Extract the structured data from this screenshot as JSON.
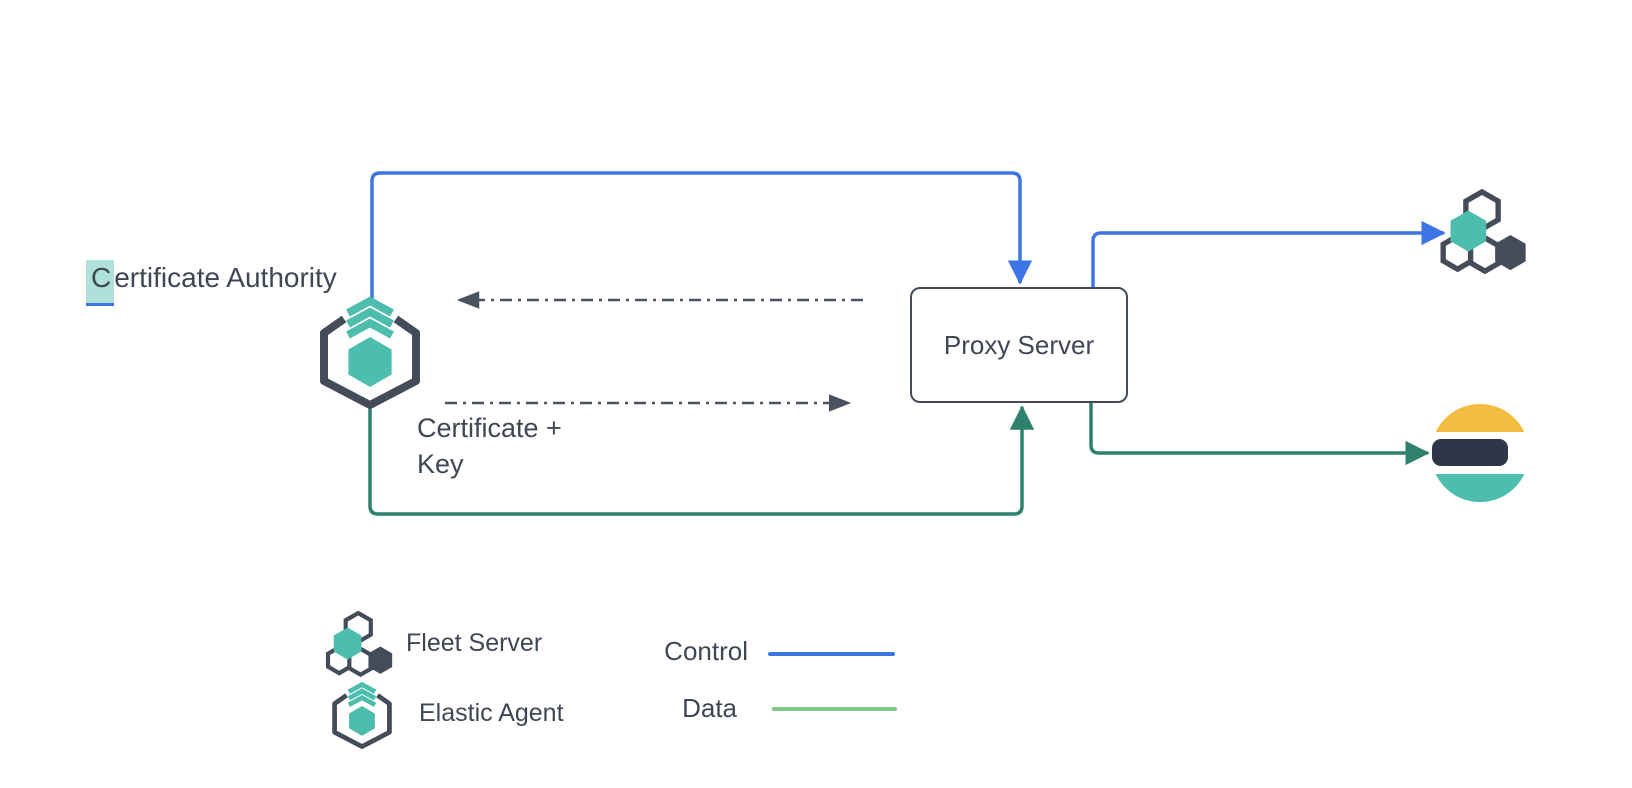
{
  "diagram": {
    "certificate_authority": {
      "selected_char": "C",
      "rest": "ertificate Authority"
    },
    "proxy_box": {
      "label": "Proxy Server"
    },
    "cert_key_annotation": {
      "line1": "Certificate +",
      "line2": "Key"
    },
    "nodes": [
      {
        "icon": "elastic-agent-icon",
        "role": "Elastic Agent"
      },
      {
        "icon": "fleet-server-icon",
        "role": "Fleet Server"
      },
      {
        "icon": "elasticsearch-icon",
        "role": "Elasticsearch"
      }
    ],
    "connections": [
      {
        "name": "control-agent-to-proxy",
        "type": "control",
        "color": "#3D76E4"
      },
      {
        "name": "control-proxy-to-fleet-server",
        "type": "control",
        "color": "#3D76E4"
      },
      {
        "name": "data-agent-to-proxy",
        "type": "data",
        "color": "#2F806C"
      },
      {
        "name": "data-proxy-to-elasticsearch",
        "type": "data",
        "color": "#2F806C"
      },
      {
        "name": "certificate-key-return",
        "type": "dash-dot",
        "color": "#4A5160"
      },
      {
        "name": "certificate-key-request",
        "type": "dash-dot",
        "color": "#4A5160"
      }
    ]
  },
  "legend": {
    "items": [
      {
        "icon": "fleet-server-icon",
        "label": "Fleet Server"
      },
      {
        "icon": "elastic-agent-icon",
        "label": "Elastic Agent"
      }
    ],
    "lines": [
      {
        "label": "Control",
        "color": "#3D76E4"
      },
      {
        "label": "Data",
        "color": "#80C883"
      }
    ]
  },
  "colors": {
    "control_blue": "#3D76E4",
    "data_green_dark": "#2F806C",
    "data_green_light": "#80C883",
    "teal": "#4DBDAD",
    "slate_dark": "#454C59",
    "text": "#404754",
    "elastic_yellow": "#F3BD42",
    "elastic_dark": "#2E3648",
    "selection_highlight": "rgba(78,188,172,0.45)"
  }
}
